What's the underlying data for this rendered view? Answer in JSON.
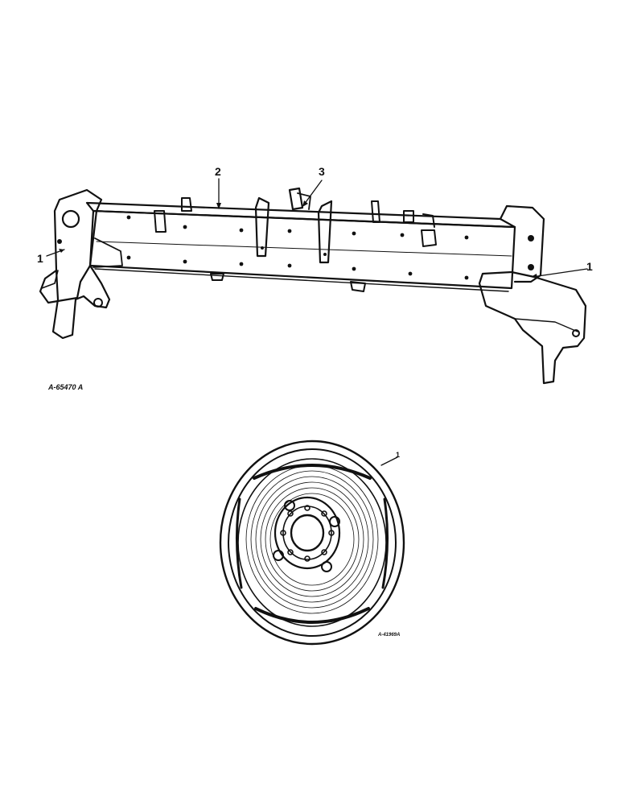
{
  "figure_top": {
    "id_label": "A-65470 A",
    "callouts": [
      {
        "key": "left-1",
        "text": "1"
      },
      {
        "key": "top-2",
        "text": "2"
      },
      {
        "key": "top-3",
        "text": "3"
      },
      {
        "key": "right-1",
        "text": "1"
      }
    ]
  },
  "figure_bottom": {
    "id_label": "A-41969A",
    "callouts": [
      {
        "key": "wheel-1",
        "text": "1"
      }
    ]
  }
}
